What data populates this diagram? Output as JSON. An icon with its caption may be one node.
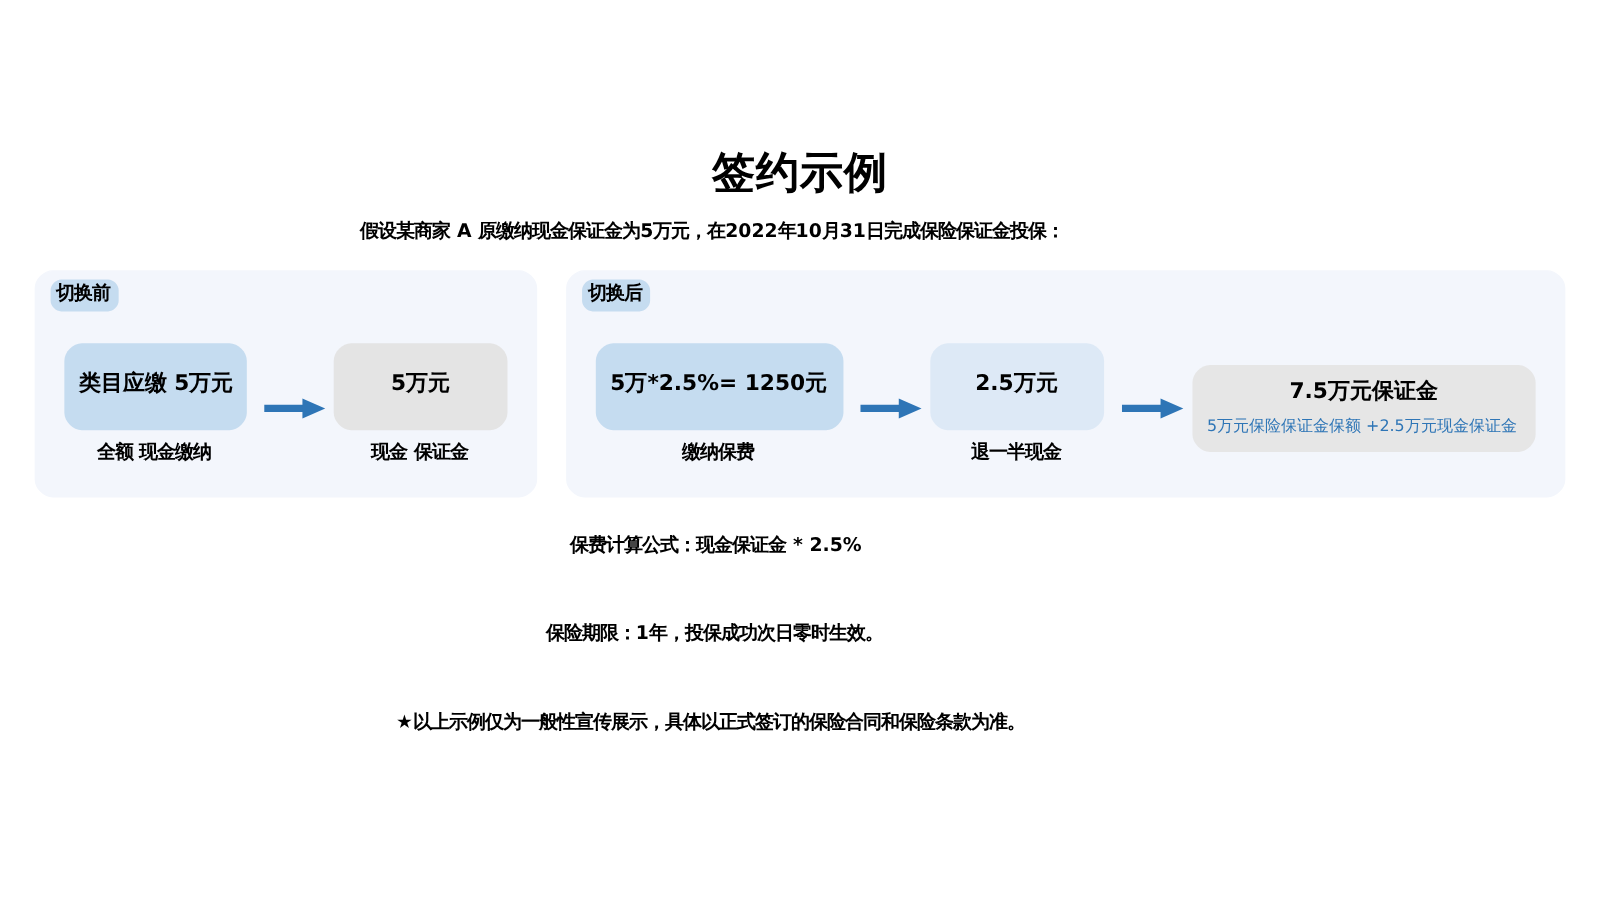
{
  "diagram": {
    "title": "签约示例",
    "nodes": [
      {
        "text": [
          "切换前"
        ]
      },
      {
        "text": [
          "类目应缴 5万元"
        ],
        "beside": [
          "全额 现金缴纳"
        ],
        "in": 0
      },
      {
        "text": [
          "5万元"
        ],
        "beside": [
          "现金 保证金"
        ],
        "in": 0
      },
      {
        "text": [
          "切换后"
        ]
      },
      {
        "text": [
          "5万*2.5%= 1250元"
        ],
        "beside": [
          "缴纳保费"
        ],
        "in": 3
      },
      {
        "text": [
          "2.5万元"
        ],
        "beside": [
          "退一半现金"
        ],
        "in": 3
      },
      {
        "text": [
          "7.5万元保证金",
          "5万元保险保证金保额 +2.5万元现金保证金"
        ],
        "in": 3
      }
    ],
    "edges": [
      {
        "from": 1,
        "to": 2,
        "arrow": "to"
      },
      {
        "from": 4,
        "to": 5,
        "arrow": "to"
      },
      {
        "from": 5,
        "to": 6,
        "arrow": "to"
      }
    ],
    "labels": [
      "假设某商家 A 原缴纳现金保证金为5万元，在2022年10月31日完成保险保证金投保：",
      "保费计算公式：现金保证金 * 2.5%",
      "保险期限：1年，投保成功次日零时生效。",
      "★以上示例仅为一般性宣传展示，具体以正式签订的保险合同和保险条款为准。"
    ]
  }
}
